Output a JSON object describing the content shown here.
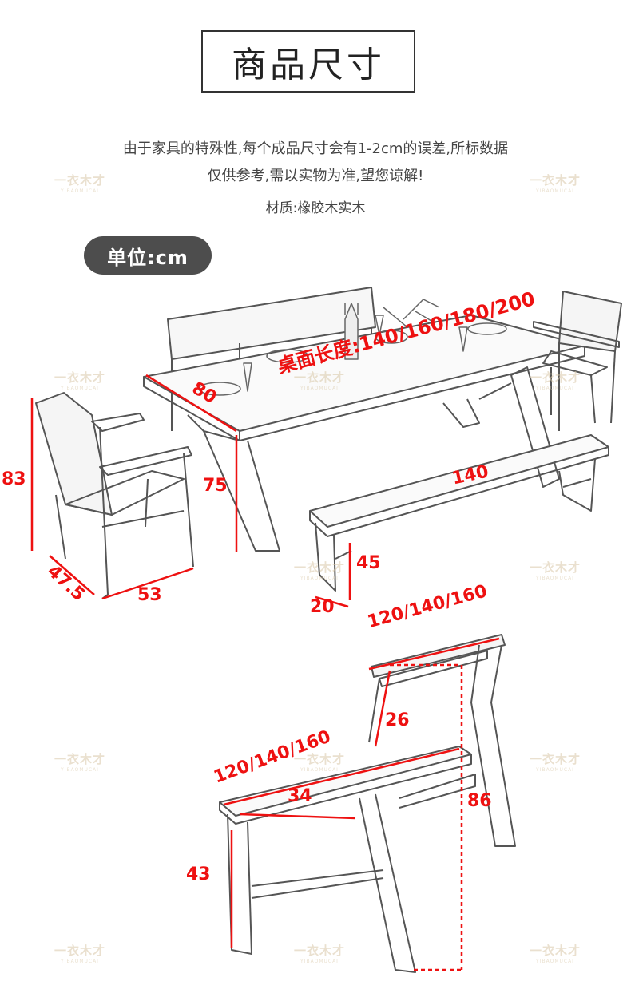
{
  "header": {
    "title": "商品尺寸",
    "desc_line1": "由于家具的特殊性,每个成品尺寸会有1-2cm的误差,所标数据",
    "desc_line2": "仅供参考,需以实物为准,望您谅解!",
    "material": "材质:橡胶木实木"
  },
  "unit_label": "单位:cm",
  "watermark": {
    "main": "一衣木才",
    "sub": "YIBAOMUCAI"
  },
  "dimensions": {
    "table_width": "80",
    "table_length": "桌面长度:140/160/180/200",
    "table_height": "75",
    "chair_height": "83",
    "chair_depth": "47.5",
    "chair_width": "53",
    "bench_length": "140",
    "bench_height": "45",
    "bench_depth": "20",
    "backbench_top_length": "120/140/160",
    "backbench_back_thickness": "26",
    "backbench_seat_length": "120/140/160",
    "backbench_seat_depth": "34",
    "backbench_total_height": "86",
    "backbench_seat_height": "43"
  },
  "colors": {
    "dimension": "#ee1111",
    "sketch": "#555555",
    "pill": "#4d4d4d"
  }
}
